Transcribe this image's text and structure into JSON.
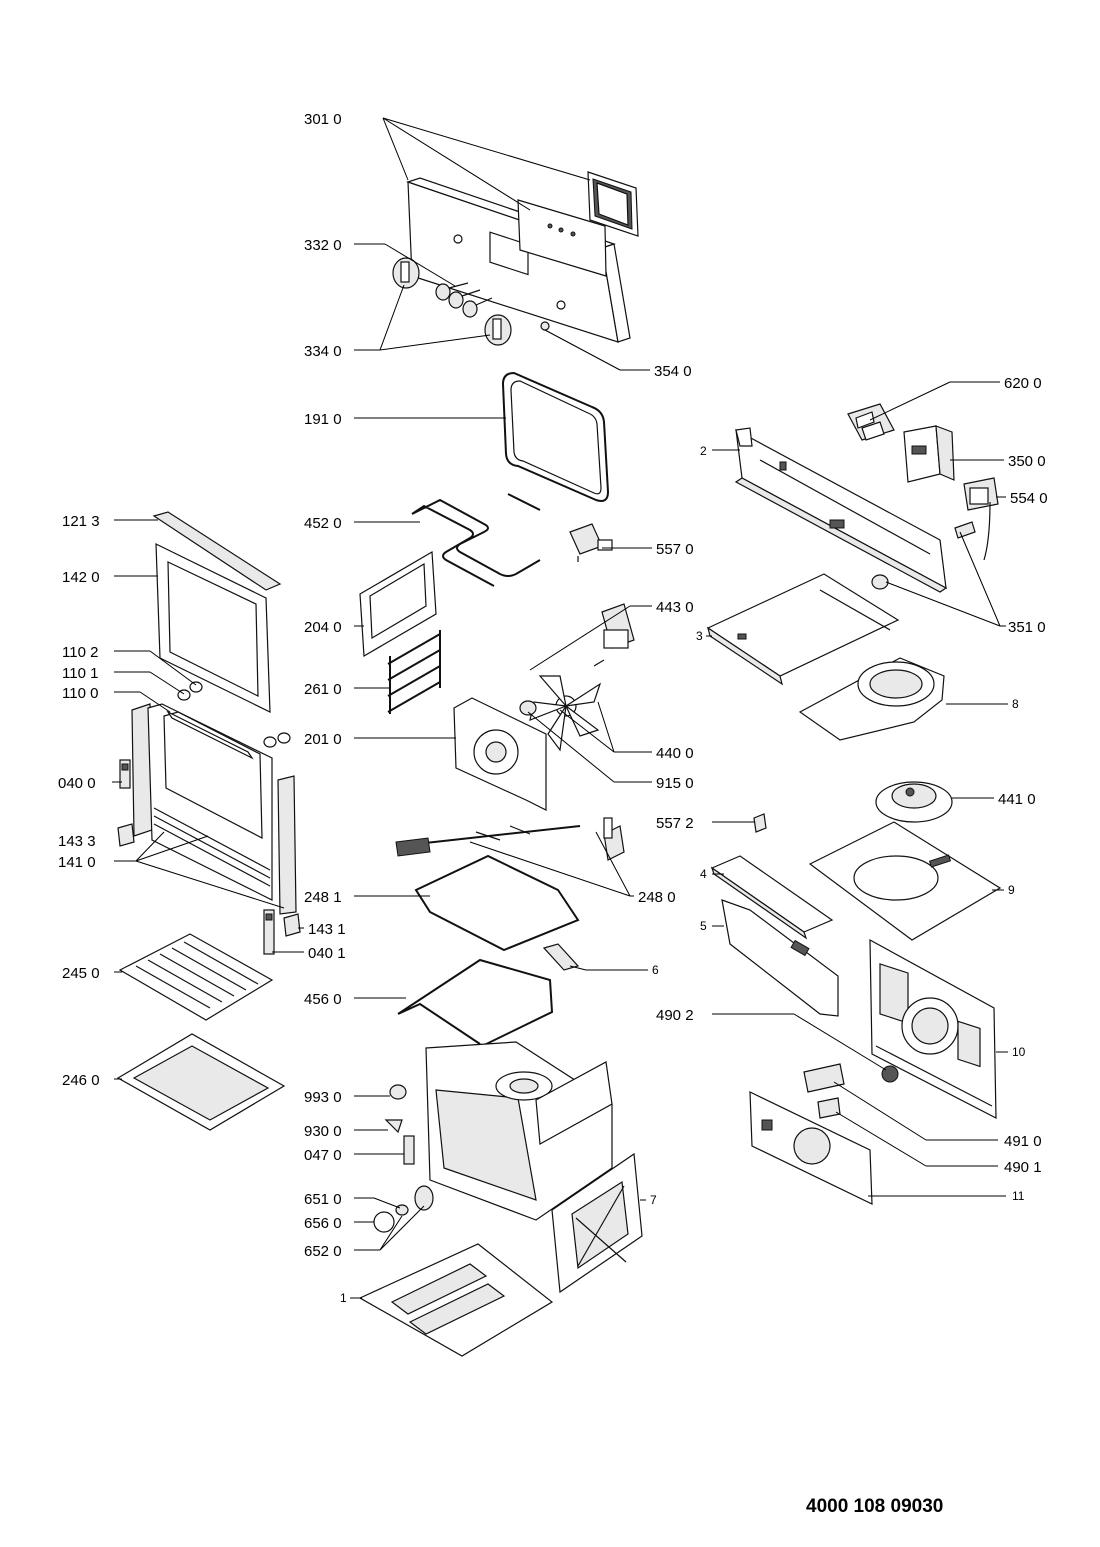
{
  "document_number": "4000 108 09030",
  "callouts": [
    {
      "id": "c3010",
      "text": "301 0"
    },
    {
      "id": "c3320",
      "text": "332 0"
    },
    {
      "id": "c3340",
      "text": "334 0"
    },
    {
      "id": "c3540",
      "text": "354 0"
    },
    {
      "id": "c1910",
      "text": "191 0"
    },
    {
      "id": "c6200",
      "text": "620 0"
    },
    {
      "id": "c2",
      "text": "2"
    },
    {
      "id": "c3500",
      "text": "350 0"
    },
    {
      "id": "c5540",
      "text": "554 0"
    },
    {
      "id": "c1213",
      "text": "121 3"
    },
    {
      "id": "c4520",
      "text": "452 0"
    },
    {
      "id": "c5570",
      "text": "557 0"
    },
    {
      "id": "c1420",
      "text": "142 0"
    },
    {
      "id": "c2040",
      "text": "204 0"
    },
    {
      "id": "c3510",
      "text": "351 0"
    },
    {
      "id": "c4430",
      "text": "443 0"
    },
    {
      "id": "c3",
      "text": "3"
    },
    {
      "id": "c1102",
      "text": "110 2"
    },
    {
      "id": "c1101",
      "text": "110 1"
    },
    {
      "id": "c2610",
      "text": "261 0"
    },
    {
      "id": "c1100",
      "text": "110 0"
    },
    {
      "id": "c8",
      "text": "8"
    },
    {
      "id": "c2010",
      "text": "201 0"
    },
    {
      "id": "c4400",
      "text": "440 0"
    },
    {
      "id": "c9150",
      "text": "915 0"
    },
    {
      "id": "c0400",
      "text": "040 0"
    },
    {
      "id": "c4410",
      "text": "441 0"
    },
    {
      "id": "c5572",
      "text": "557 2"
    },
    {
      "id": "c1433",
      "text": "143 3"
    },
    {
      "id": "c1410",
      "text": "141 0"
    },
    {
      "id": "c4",
      "text": "4"
    },
    {
      "id": "c2481",
      "text": "248 1"
    },
    {
      "id": "c2480",
      "text": "248 0"
    },
    {
      "id": "c9",
      "text": "9"
    },
    {
      "id": "c1431",
      "text": "143 1"
    },
    {
      "id": "c5",
      "text": "5"
    },
    {
      "id": "c0401",
      "text": "040 1"
    },
    {
      "id": "c2450",
      "text": "245 0"
    },
    {
      "id": "c6",
      "text": "6"
    },
    {
      "id": "c4560",
      "text": "456 0"
    },
    {
      "id": "c4902",
      "text": "490 2"
    },
    {
      "id": "c10",
      "text": "10"
    },
    {
      "id": "c2460",
      "text": "246 0"
    },
    {
      "id": "c9930",
      "text": "993 0"
    },
    {
      "id": "c9300",
      "text": "930 0"
    },
    {
      "id": "c4910",
      "text": "491 0"
    },
    {
      "id": "c0470",
      "text": "047 0"
    },
    {
      "id": "c4901",
      "text": "490 1"
    },
    {
      "id": "c6510",
      "text": "651 0"
    },
    {
      "id": "c7",
      "text": "7"
    },
    {
      "id": "c11",
      "text": "11"
    },
    {
      "id": "c6560",
      "text": "656 0"
    },
    {
      "id": "c6520",
      "text": "652 0"
    },
    {
      "id": "c1",
      "text": "1"
    }
  ]
}
